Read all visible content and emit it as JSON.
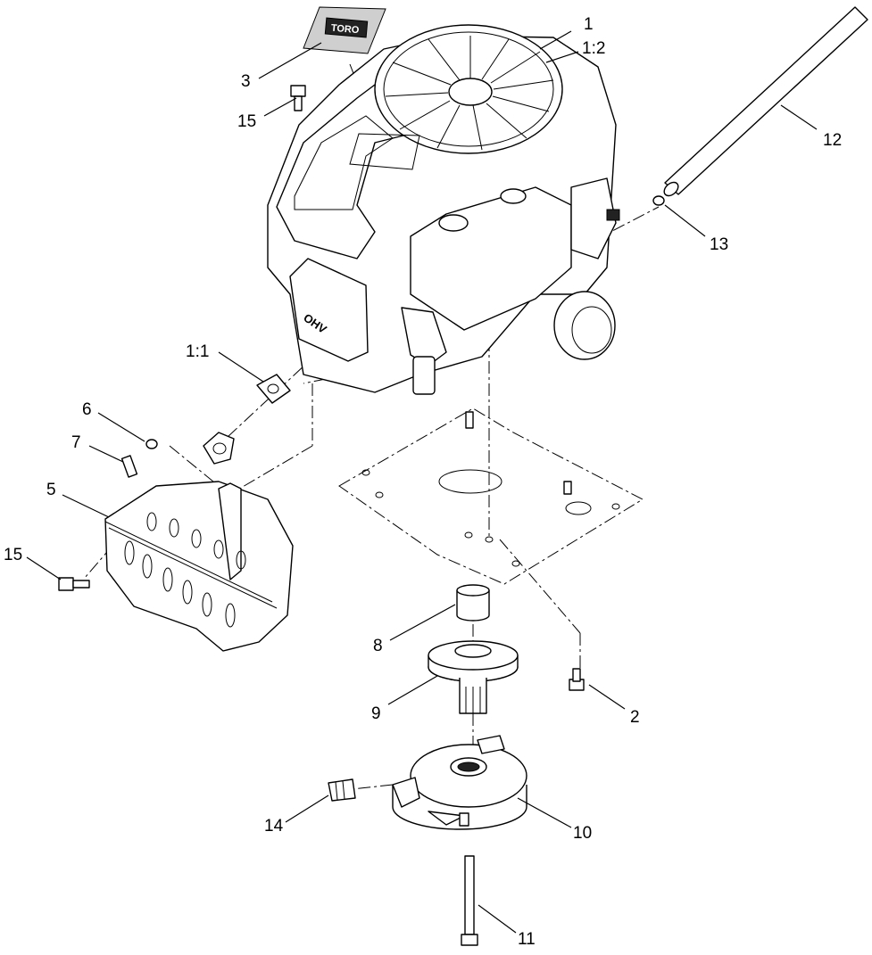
{
  "callouts": [
    {
      "id": "c1",
      "label": "1"
    },
    {
      "id": "c1_2",
      "label": "1:2"
    },
    {
      "id": "c1_1",
      "label": "1:1"
    },
    {
      "id": "c2",
      "label": "2"
    },
    {
      "id": "c3",
      "label": "3"
    },
    {
      "id": "c5",
      "label": "5"
    },
    {
      "id": "c6",
      "label": "6"
    },
    {
      "id": "c7",
      "label": "7"
    },
    {
      "id": "c8",
      "label": "8"
    },
    {
      "id": "c9",
      "label": "9"
    },
    {
      "id": "c10",
      "label": "10"
    },
    {
      "id": "c11",
      "label": "11"
    },
    {
      "id": "c12",
      "label": "12"
    },
    {
      "id": "c13",
      "label": "13"
    },
    {
      "id": "c14",
      "label": "14"
    },
    {
      "id": "c15a",
      "label": "15"
    },
    {
      "id": "c15b",
      "label": "15"
    }
  ],
  "decal_text": "TORO",
  "valve_cover_text": "OHV"
}
